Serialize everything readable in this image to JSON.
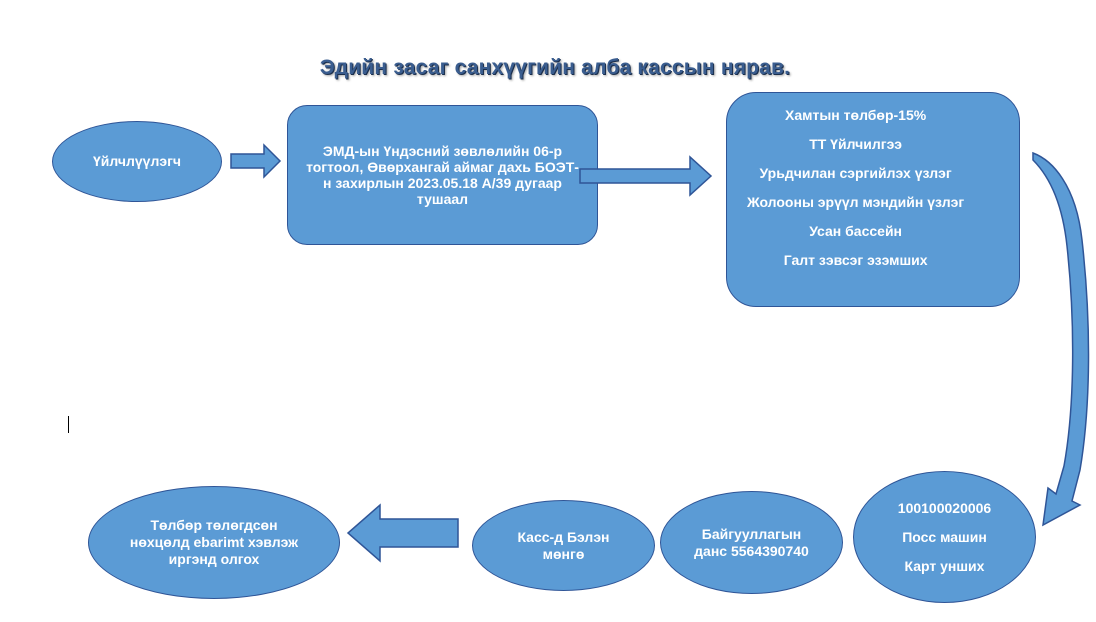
{
  "title": "Эдийн засаг санхүүгийн алба кассын нярав.",
  "nodes": {
    "customer": "Үйлчлүүлэгч",
    "resolution": "ЭМД-ын Үндэсний зөвлөлийн 06-р тогтоол, Өвөрхангай аймаг дахь БОЭТ-н захирлын  2023.05.18 А/39 дугаар тушаал",
    "services": [
      "Хамтын төлбөр-15%",
      "ТТ Үйлчилгээ",
      "Урьдчилан сэргийлэх үзлэг",
      "Жолооны эрүүл мэндийн үзлэг",
      "Усан бассейн",
      "Галт зэвсэг эзэмших"
    ],
    "pos": [
      "100100020006",
      "Посс машин",
      "Карт унших"
    ],
    "bank_account": "Байгууллагын данс 5564390740",
    "cash": "Касс-д Бэлэн мөнгө",
    "receipt": "Төлбөр төлөгдсөн нөхцөлд ebarimt хэвлэж иргэнд олгох"
  },
  "colors": {
    "fill": "#5b9bd5",
    "stroke": "#2f5597",
    "text": "#ffffff",
    "title": "#3a5d8f"
  }
}
